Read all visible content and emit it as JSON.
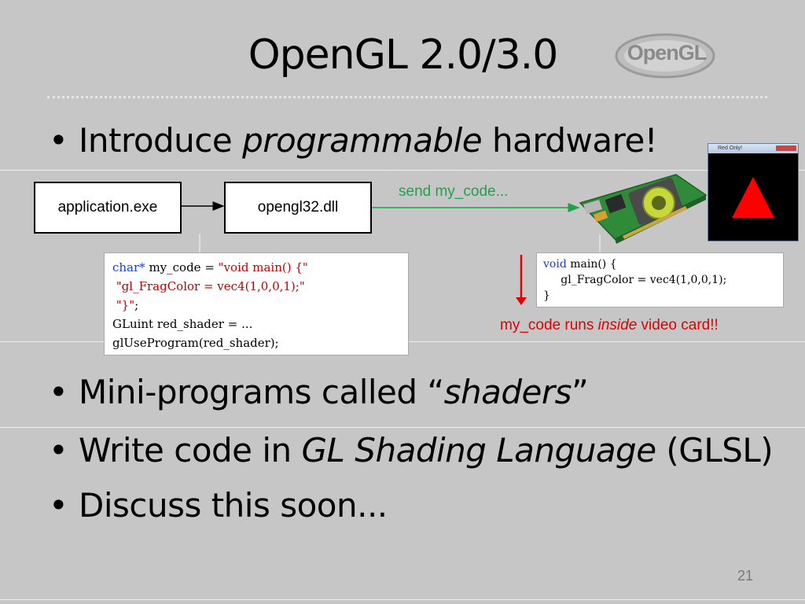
{
  "slide": {
    "title": "OpenGL 2.0/3.0",
    "logo_text": "OpenGL",
    "bullets": [
      {
        "pre": "Introduce ",
        "em": "programmable",
        "post": " hardware!"
      },
      {
        "pre": "Mini-programs called “",
        "em": "shaders",
        "post": "”"
      },
      {
        "pre": "Write code in ",
        "em": "GL Shading Language",
        "post": " (GLSL)"
      },
      {
        "pre": "Discuss this soon...",
        "em": "",
        "post": ""
      }
    ],
    "page_number": "21"
  },
  "diagram": {
    "app_box": "application.exe",
    "dll_box": "opengl32.dll",
    "send_label": "send my_code...",
    "runs_label": {
      "pre": "my_code runs ",
      "em": "inside",
      "post": " video card!!"
    },
    "window_title": "Red Only!",
    "code_left": {
      "l1_kw": "char*",
      "l1_plain": " my_code = ",
      "l1_str": "\"void main() {\"",
      "l2_str": " \"gl_FragColor = vec4(1,0,0,1);\"",
      "l3_str": " \"}\"",
      "l3_plain": ";",
      "l4": "GLuint red_shader = ...",
      "l5": "glUseProgram(red_shader);"
    },
    "code_right": {
      "l1_kw": "void",
      "l1_plain": " main() {",
      "l2": "     gl_FragColor = vec4(1,0,0,1);",
      "l3": "}"
    }
  },
  "colors": {
    "background": "#c6c6c6",
    "code_keyword": "#1a3fd0",
    "code_string": "#c00000",
    "send_label": "#1fa34a",
    "runs_label": "#e00000",
    "triangle": "#ff0000"
  }
}
